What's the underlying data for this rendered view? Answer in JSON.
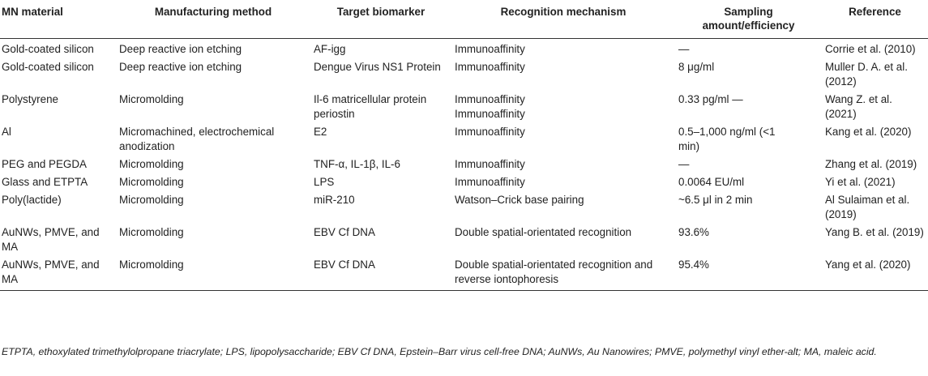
{
  "table": {
    "headers": [
      "MN material",
      "Manufacturing method",
      "Target biomarker",
      "Recognition mechanism",
      "Sampling amount/efficiency",
      "Reference"
    ],
    "rows": [
      [
        "Gold-coated silicon",
        "Deep reactive ion etching",
        "AF-igg",
        "Immunoaffinity",
        "—",
        "Corrie et al. (2010)"
      ],
      [
        "Gold-coated silicon",
        "Deep reactive ion etching",
        "Dengue Virus NS1 Protein",
        "Immunoaffinity",
        "8 μg/ml",
        "Muller D. A. et al. (2012)"
      ],
      [
        "Polystyrene",
        "Micromolding",
        "Il-6 matricellular protein periostin",
        "Immunoaffinity Immunoaffinity",
        "0.33 pg/ml —",
        "Wang Z. et al. (2021)"
      ],
      [
        "Al",
        "Micromachined, electrochemical anodization",
        "E2",
        "Immunoaffinity",
        "0.5–1,000 ng/ml (<1 min)",
        "Kang et al. (2020)"
      ],
      [
        "PEG and PEGDA",
        "Micromolding",
        "TNF-α, IL-1β, IL-6",
        "Immunoaffinity",
        "—",
        "Zhang et al. (2019)"
      ],
      [
        "Glass and ETPTA",
        "Micromolding",
        "LPS",
        "Immunoaffinity",
        "0.0064 EU/ml",
        "Yi et al. (2021)"
      ],
      [
        "Poly(lactide)",
        "Micromolding",
        "miR-210",
        "Watson–Crick base pairing",
        "~6.5 μl in 2 min",
        "Al Sulaiman et al. (2019)"
      ],
      [
        "AuNWs, PMVE, and MA",
        "Micromolding",
        "EBV Cf DNA",
        "Double spatial-orientated recognition",
        "93.6%",
        "Yang B. et al. (2019)"
      ],
      [
        "AuNWs, PMVE, and MA",
        "Micromolding",
        "EBV Cf DNA",
        "Double spatial-orientated recognition and reverse iontophoresis",
        "95.4%",
        "Yang et al. (2020)"
      ]
    ]
  },
  "footnote": "ETPTA, ethoxylated trimethylolpropane triacrylate; LPS, lipopolysaccharide; EBV Cf DNA, Epstein–Barr virus cell-free DNA; AuNWs, Au Nanowires; PMVE, polymethyl vinyl ether-alt; MA, maleic acid."
}
